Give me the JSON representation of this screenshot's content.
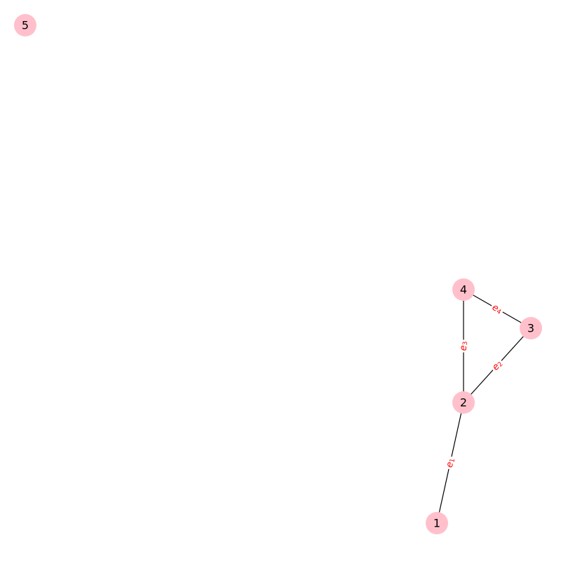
{
  "graph": {
    "node_color": "#ffc0cb",
    "edge_color": "#000000",
    "edge_label_color": "#ff0000",
    "nodes": [
      {
        "id": "1",
        "label": "1"
      },
      {
        "id": "2",
        "label": "2"
      },
      {
        "id": "3",
        "label": "3"
      },
      {
        "id": "4",
        "label": "4"
      },
      {
        "id": "5",
        "label": "5"
      }
    ],
    "edges": [
      {
        "source": "1",
        "target": "2",
        "label_base": "e",
        "label_sub": "1"
      },
      {
        "source": "2",
        "target": "3",
        "label_base": "e",
        "label_sub": "2"
      },
      {
        "source": "2",
        "target": "4",
        "label_base": "e",
        "label_sub": "3"
      },
      {
        "source": "4",
        "target": "3",
        "label_base": "e",
        "label_sub": "4"
      }
    ]
  }
}
